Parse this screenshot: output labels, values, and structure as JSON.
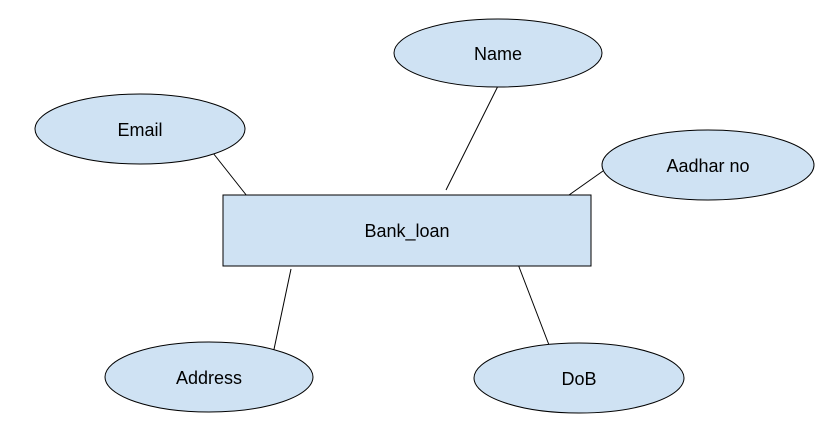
{
  "colors": {
    "shape_fill": "#cfe2f3",
    "shape_stroke": "#000000",
    "connector": "#000000"
  },
  "entity": {
    "label": "Bank_loan"
  },
  "attributes": {
    "name": "Name",
    "email": "Email",
    "aadhar_no": "Aadhar no",
    "address": "Address",
    "dob": "DoB"
  }
}
